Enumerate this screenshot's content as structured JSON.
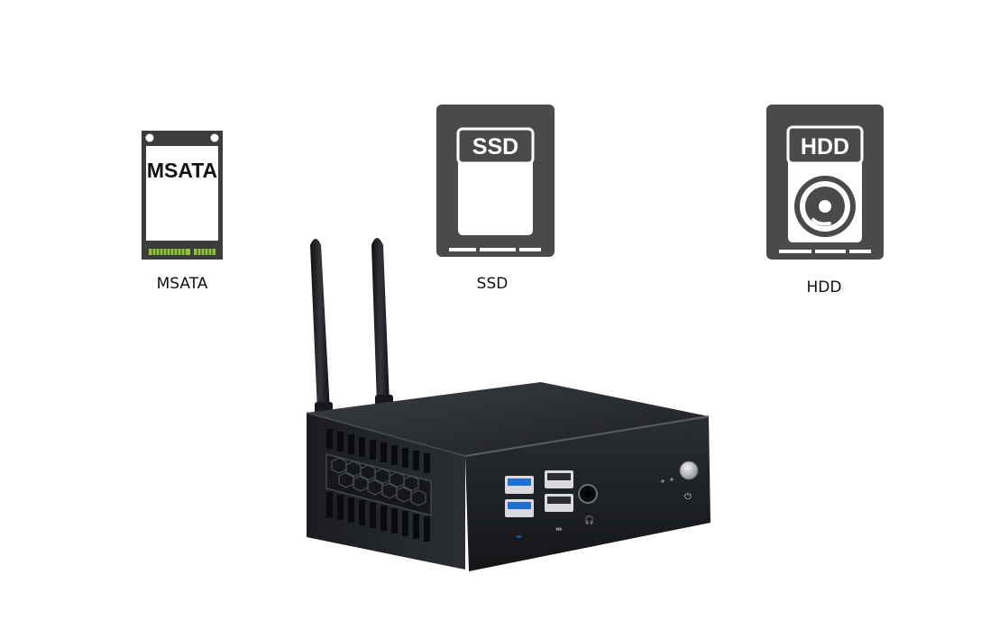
{
  "storage_options": {
    "msata": {
      "icon_text": "MSATA",
      "caption": "MSATA"
    },
    "ssd": {
      "icon_text": "SSD",
      "caption": "SSD"
    },
    "hdd": {
      "icon_text": "HDD",
      "caption": "HDD"
    }
  },
  "colors": {
    "icon_gray": "#4a4a4a",
    "case_black": "#1c1e21",
    "usb3_blue": "#1f6fd6",
    "pcb_green": "#8fc33a"
  }
}
